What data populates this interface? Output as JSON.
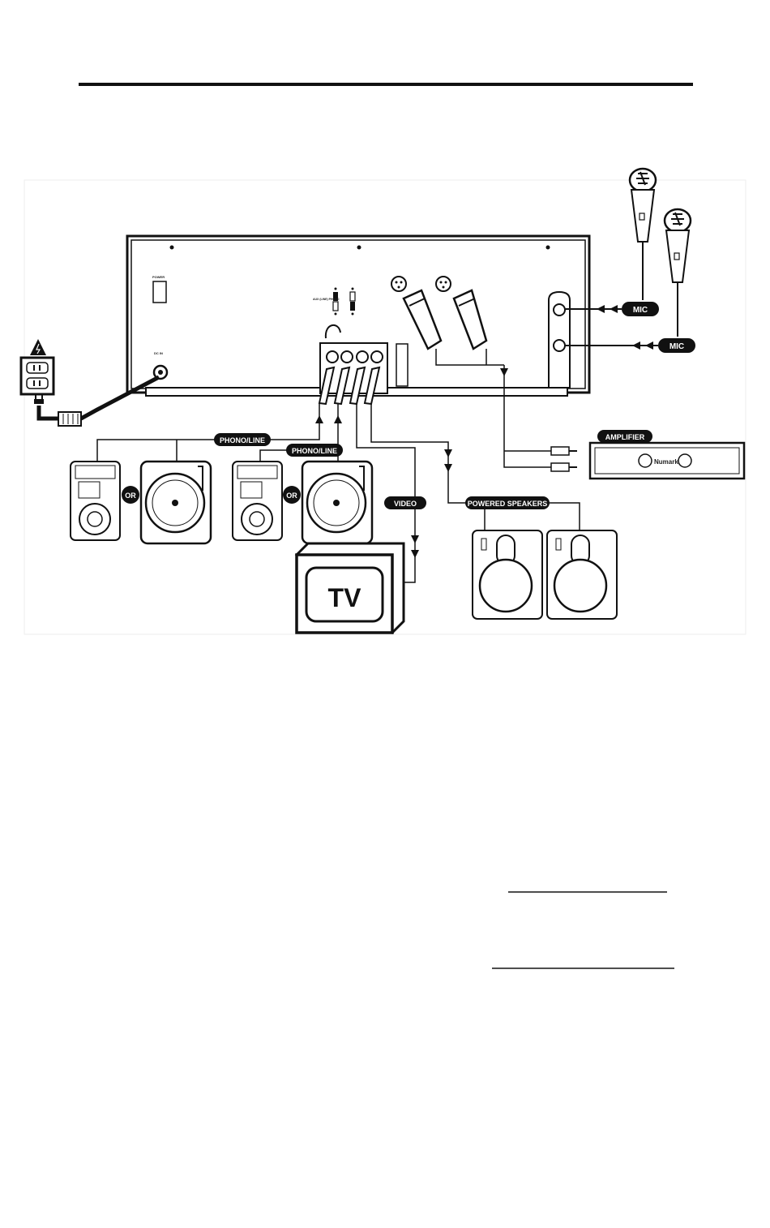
{
  "labels": {
    "mic": "MIC",
    "phono_line": "PHONO/LINE",
    "or": "OR",
    "video": "VIDEO",
    "powered_speakers": "POWERED SPEAKERS",
    "amplifier": "AMPLIFIER",
    "tv": "TV",
    "power": "POWER",
    "dc_in": "DC IN",
    "aux_phono": "AUX (LINE) PHONO",
    "numark": "Numark"
  },
  "icons": [
    "electric-hazard-icon",
    "power-outlet-icon",
    "power-adapter-icon",
    "microphone-icon",
    "cd-player-icon",
    "turntable-icon",
    "tv-icon",
    "speaker-icon",
    "amplifier-icon"
  ],
  "colors": {
    "ink": "#111111",
    "label_bg": "#111111",
    "label_text": "#ffffff",
    "paper": "#ffffff"
  }
}
